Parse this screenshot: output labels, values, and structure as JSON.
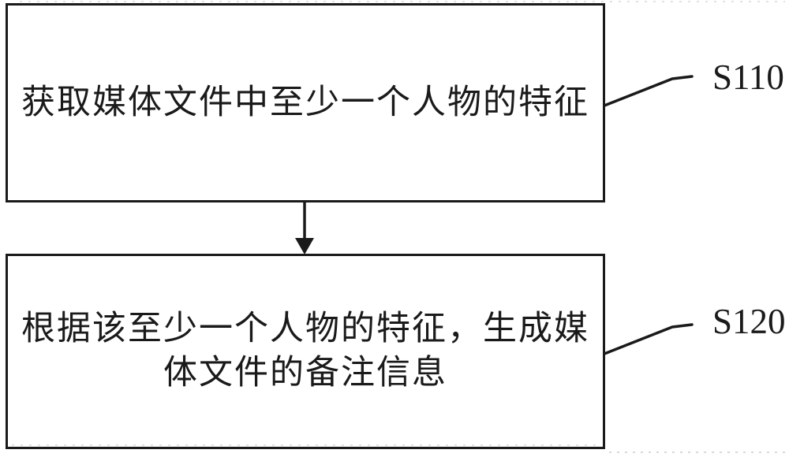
{
  "figure": {
    "background_color": "#ffffff",
    "line_color": "#1a1a1a",
    "artifact_color": "#d9d9d9"
  },
  "flowchart": {
    "steps": [
      {
        "ref_label": "S110",
        "lines": [
          "获取媒体文件中至少一个人物的特征"
        ]
      },
      {
        "ref_label": "S120",
        "lines": [
          "根据该至少一个人物的特征，生成媒",
          "体文件的备注信息"
        ]
      }
    ]
  }
}
